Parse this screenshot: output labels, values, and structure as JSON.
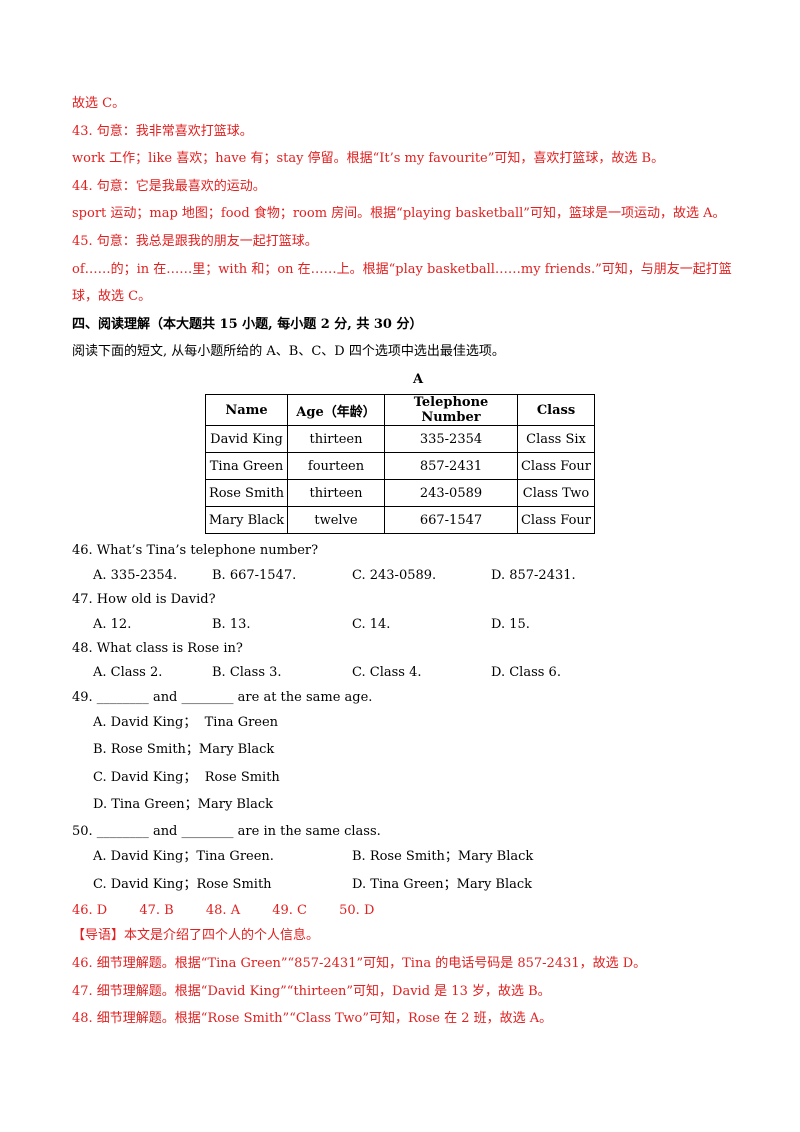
{
  "prev_answer": "故选 C。",
  "q43": {
    "explain": "43. 句意：我非常喜欢打篮球。",
    "detail": "work 工作；like 喜欢；have 有；stay 停留。根据“It’s my favourite”可知，喜欢打篮球，故选 B。"
  },
  "q44": {
    "explain": "44. 句意：它是我最喜欢的运动。",
    "detail": "sport 运动；map 地图；food 食物；room 房间。根据“playing basketball”可知，篮球是一项运动，故选 A。"
  },
  "q45": {
    "explain": "45. 句意：我总是跟我的朋友一起打篮球。",
    "detail1": "of……的；in 在……里；with 和；on 在……上。根据“play basketball……my friends.”可知，与朋友一起打篮",
    "detail2": "球，故选 C。"
  },
  "section": {
    "title": "四、阅读理解（本大题共 15 小题, 每小题 2 分, 共 30 分）",
    "instruction": "阅读下面的短文, 从每小题所给的 A、B、C、D 四个选项中选出最佳选项。",
    "passage_label": "A"
  },
  "table": {
    "headers": [
      "Name",
      "Age（年龄）",
      "Telephone Number",
      "Class"
    ],
    "rows": [
      [
        "David King",
        "thirteen",
        "335-2354",
        "Class Six"
      ],
      [
        "Tina Green",
        "fourteen",
        "857-2431",
        "Class Four"
      ],
      [
        "Rose Smith",
        "thirteen",
        "243-0589",
        "Class Two"
      ],
      [
        "Mary Black",
        "twelve",
        "667-1547",
        "Class Four"
      ]
    ]
  },
  "questions": {
    "q46": {
      "stem": "46. What’s Tina’s telephone number?",
      "options": [
        "A. 335-2354.",
        "B. 667-1547.",
        "C. 243-0589.",
        "D. 857-2431."
      ]
    },
    "q47": {
      "stem": "47. How old is David?",
      "options": [
        "A. 12.",
        "B. 13.",
        "C. 14.",
        "D. 15."
      ]
    },
    "q48": {
      "stem": "48. What class is Rose in?",
      "options": [
        "A. Class 2.",
        "B. Class 3.",
        "C. Class 4.",
        "D. Class 6."
      ]
    },
    "q49": {
      "stem": "49. ________ and ________ are at the same age.",
      "options": [
        "A. David King；  Tina Green",
        "B. Rose Smith；Mary Black",
        "C. David King；  Rose Smith",
        "D. Tina Green；Mary Black"
      ]
    },
    "q50": {
      "stem": "50. ________ and ________ are in the same class.",
      "options": [
        "A. David King；Tina Green.",
        "B. Rose Smith；Mary Black",
        "C. David King；Rose Smith",
        "D. Tina Green；Mary Black"
      ]
    }
  },
  "answers": {
    "a46": "46. D",
    "a47": "47. B",
    "a48": "48. A",
    "a49": "49. C",
    "a50": "50. D"
  },
  "guide": "【导语】本文是介绍了四个人的个人信息。",
  "explanations": {
    "e46": "46. 细节理解题。根据“Tina Green”“857-2431”可知，Tina 的电话号码是 857-2431，故选 D。",
    "e47": "47. 细节理解题。根据“David King”“thirteen”可知，David 是 13 岁，故选 B。",
    "e48": "48. 细节理解题。根据“Rose Smith”“Class Two”可知，Rose 在 2 班，故选 A。"
  }
}
